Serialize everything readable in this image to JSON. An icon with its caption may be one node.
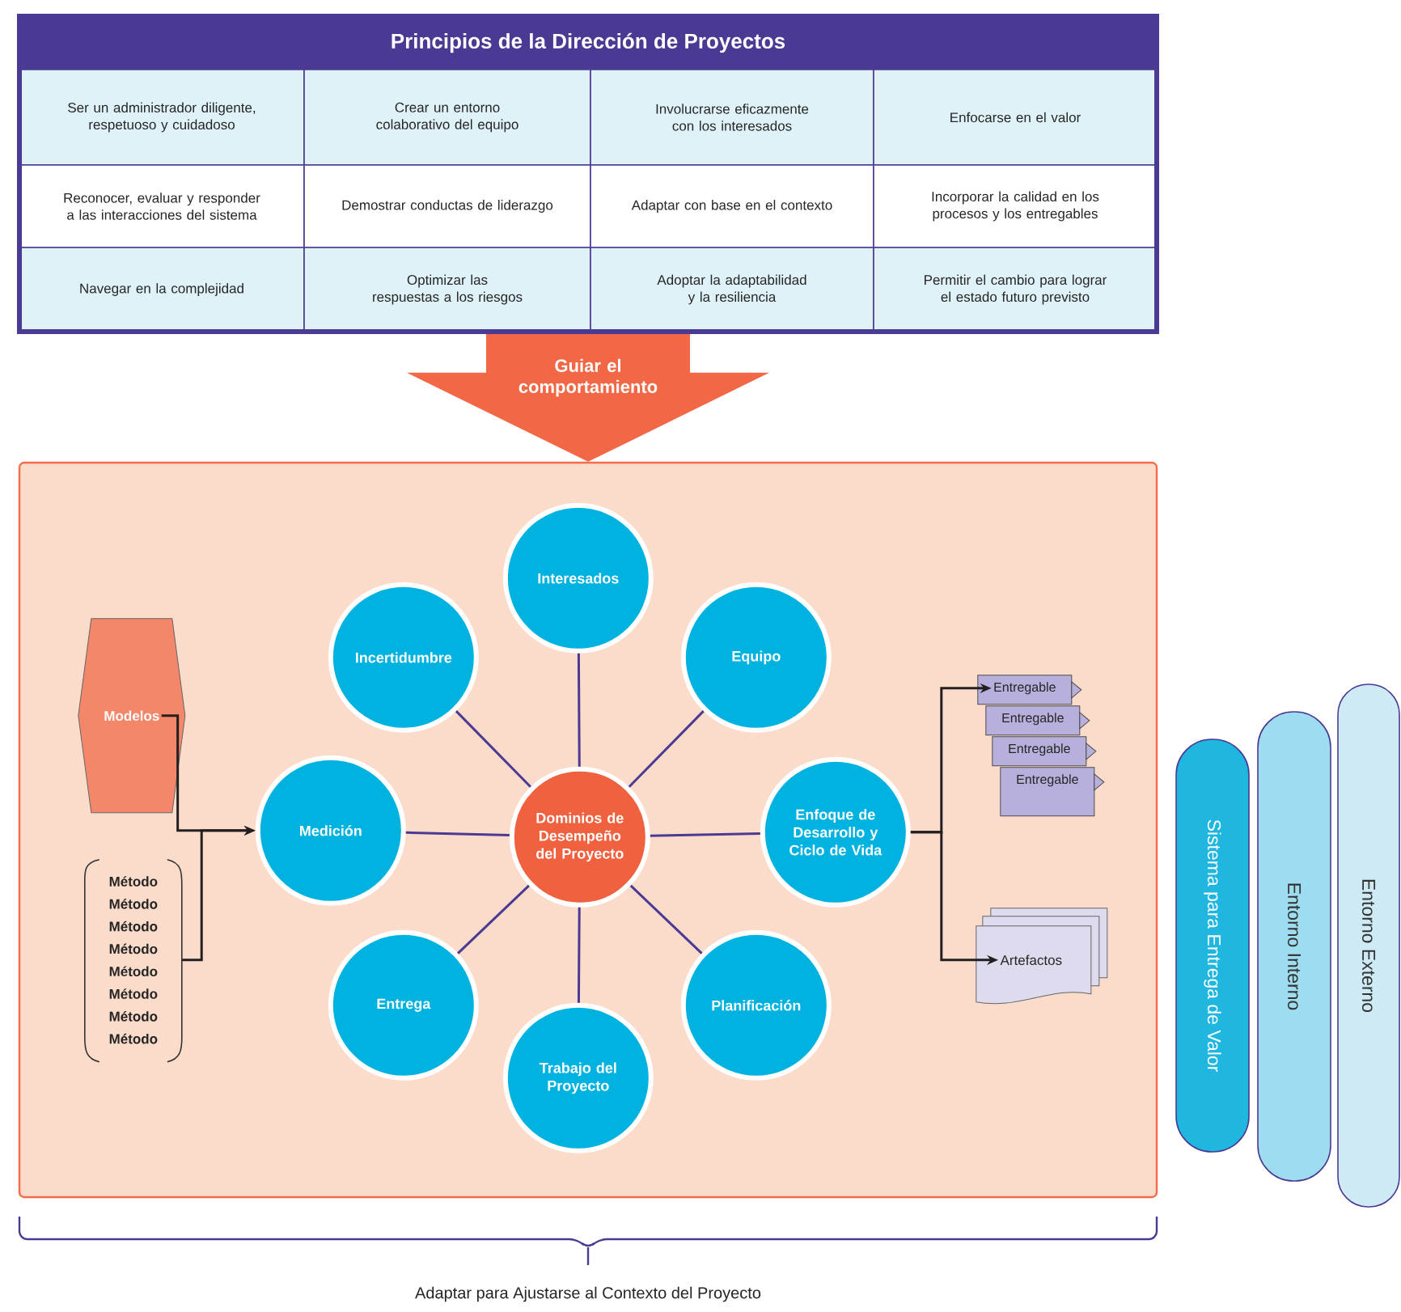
{
  "diagram": {
    "nodes": [
      {
        "text": [
          "Principios de la Dirección de Proyectos"
        ]
      },
      {
        "text": [],
        "shape": "box"
      },
      {
        "text": [
          "Modelos"
        ],
        "in": 1
      },
      {
        "text": [
          "Método",
          "Método",
          "Método",
          "Método",
          "Método",
          "Método",
          "Método",
          "Método"
        ],
        "in": 1
      },
      {
        "text": [
          "Dominios de Desempeño del Proyecto"
        ],
        "in": 1
      },
      {
        "text": [
          "Interesados"
        ],
        "in": 1
      },
      {
        "text": [
          "Equipo"
        ],
        "in": 1
      },
      {
        "text": [
          "Enfoque de Desarrollo y Ciclo de Vida"
        ],
        "in": 1
      },
      {
        "text": [
          "Planificación"
        ],
        "in": 1
      },
      {
        "text": [
          "Trabajo del Proyecto"
        ],
        "in": 1
      },
      {
        "text": [
          "Entrega"
        ],
        "in": 1
      },
      {
        "text": [
          "Medición"
        ],
        "in": 1
      },
      {
        "text": [
          "Incertidumbre"
        ],
        "in": 1
      },
      {
        "text": [
          "Entregable"
        ],
        "in": 1
      },
      {
        "text": [
          "Entregable"
        ],
        "in": 1
      },
      {
        "text": [
          "Entregable"
        ],
        "in": 1
      },
      {
        "text": [
          "Entregable"
        ],
        "in": 1
      },
      {
        "text": [
          "Artefactos"
        ],
        "in": 1
      },
      {
        "text": [
          "Sistema para Entrega de Valor"
        ]
      },
      {
        "text": [
          "Entorno Interno"
        ]
      },
      {
        "text": [
          "Entorno Externo"
        ]
      }
    ],
    "edges": [
      {
        "from": 0,
        "to": 1,
        "arrow": "to",
        "label": "Guiar el comportamiento",
        "color": "#f26846"
      },
      {
        "from": 2,
        "to": 11,
        "arrow": "to",
        "color": "#231f20"
      },
      {
        "from": 3,
        "to": 11,
        "arrow": "to",
        "color": "#231f20"
      },
      {
        "from": 4,
        "to": 5,
        "arrow": "none"
      },
      {
        "from": 4,
        "to": 6,
        "arrow": "none"
      },
      {
        "from": 4,
        "to": 7,
        "arrow": "none"
      },
      {
        "from": 4,
        "to": 8,
        "arrow": "none"
      },
      {
        "from": 4,
        "to": 9,
        "arrow": "none"
      },
      {
        "from": 4,
        "to": 10,
        "arrow": "none"
      },
      {
        "from": 4,
        "to": 11,
        "arrow": "none"
      },
      {
        "from": 4,
        "to": 12,
        "arrow": "none"
      },
      {
        "from": 7,
        "to": 13,
        "arrow": "to",
        "color": "#231f20"
      },
      {
        "from": 7,
        "to": 17,
        "arrow": "to",
        "color": "#231f20"
      }
    ],
    "labels": [
      "Ser un administrador diligente, respetuoso y cuidadoso",
      "Crear un entorno colaborativo del equipo",
      "Involucrarse eficazmente con los interesados",
      "Enfocarse en el valor",
      "Reconocer, evaluar y responder a las interacciones del sistema",
      "Demostrar conductas de liderazgo",
      "Adaptar con base en el contexto",
      "Incorporar la calidad en los procesos y los entregables",
      "Navegar en la complejidad",
      "Optimizar las respuestas a los riesgos",
      "Adoptar la adaptabilidad y la resiliencia",
      "Permitir el cambio para lograr el estado futuro previsto",
      "Adaptar para Ajustarse al Contexto del Proyecto"
    ]
  }
}
